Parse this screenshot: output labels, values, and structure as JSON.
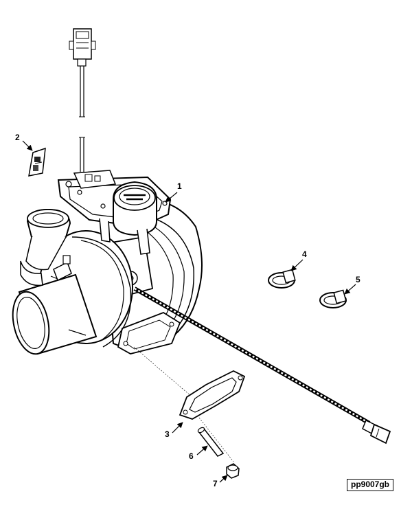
{
  "figure": {
    "id_label": "pp9007gb"
  },
  "callouts": [
    {
      "number": "1",
      "part": "turbocharger"
    },
    {
      "number": "2",
      "part": "label"
    },
    {
      "number": "3",
      "part": "gasket"
    },
    {
      "number": "4",
      "part": "clamp"
    },
    {
      "number": "5",
      "part": "clamp"
    },
    {
      "number": "6",
      "part": "stud"
    },
    {
      "number": "7",
      "part": "nut"
    }
  ]
}
